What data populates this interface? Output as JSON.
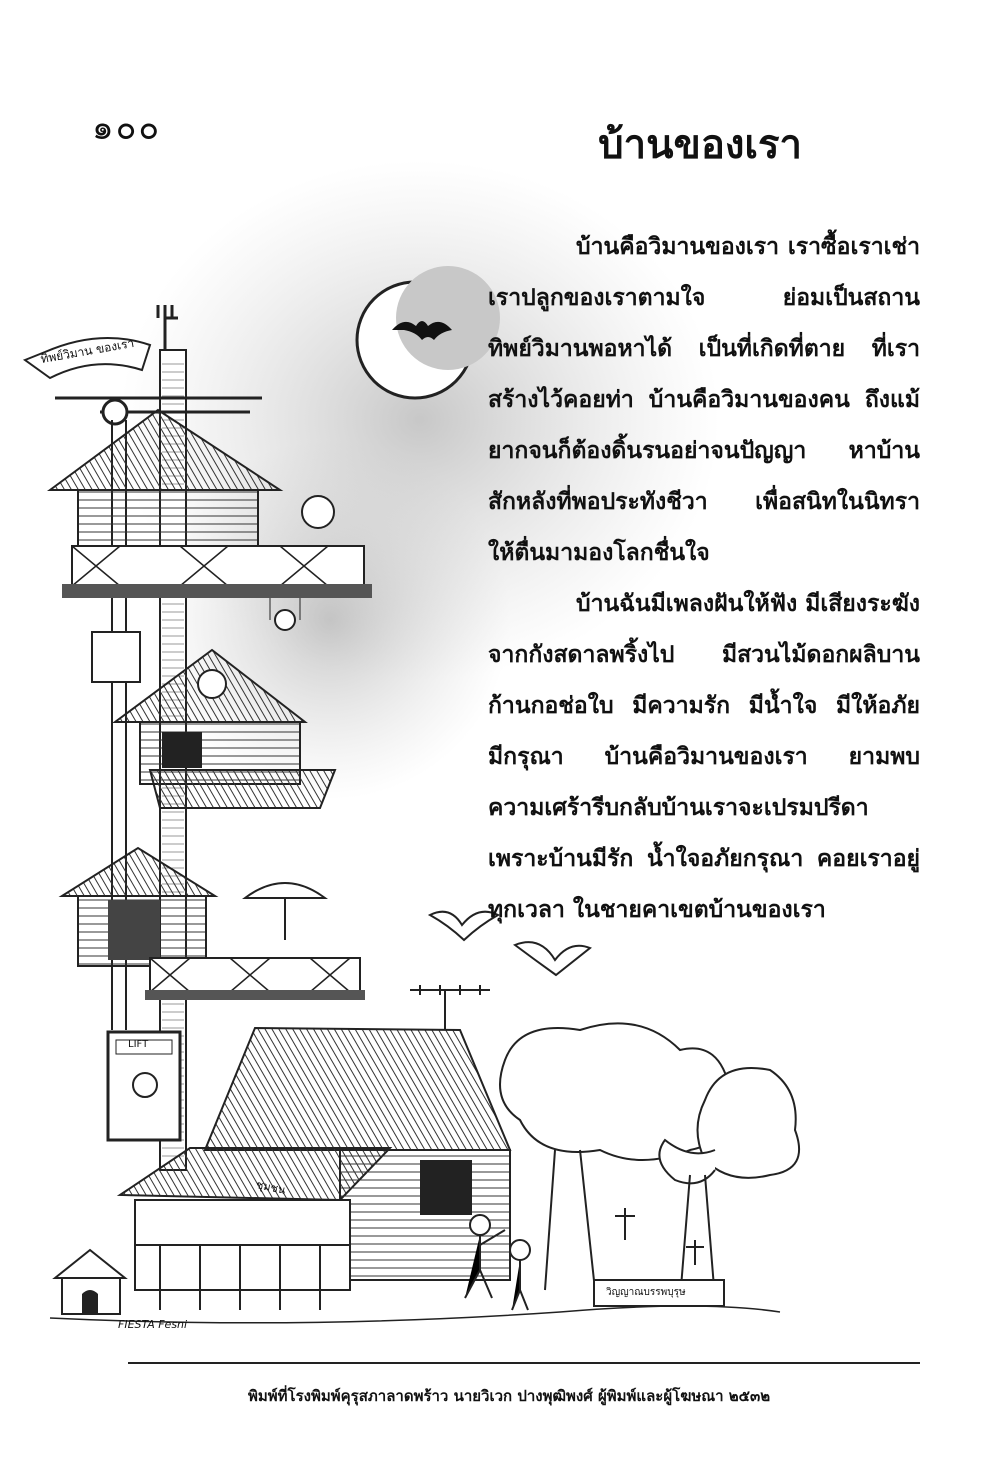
{
  "page": {
    "number": "๑๐๐",
    "title": "บ้านของเรา"
  },
  "poem": {
    "lines": [
      "บ้านคือวิมานของเรา เราซื้อเราเช่า",
      "เราปลูกของเราตามใจ ย่อมเป็นสถาน",
      "ทิพย์วิมานพอหาได้ เป็นที่เกิดที่ตาย ที่เรา",
      "สร้างไว้คอยท่า บ้านคือวิมานของคน ถึงแม้",
      "ยากจนก็ต้องดิ้นรนอย่าจนปัญญา หาบ้าน",
      "สักหลังที่พอประทังชีวา เพื่อสนิทในนิทรา",
      "ให้ตื่นมามองโลกชื่นใจ",
      "บ้านฉันมีเพลงฝันให้ฟัง มีเสียงระฆัง",
      "จากกังสดาลพริ้งไป มีสวนไม้ดอกผลิบาน",
      "ก้านกอช่อใบ มีความรัก มีน้ำใจ มีให้อภัย",
      "มีกรุณา บ้านคือวิมานของเรา ยามพบ",
      "ความเศร้ารีบกลับบ้านเราจะเปรมปรีดา",
      "เพราะบ้านมีรัก น้ำใจอภัยกรุณา คอยเราอยู่",
      "ทุกเวลา ในชายคาเขตบ้านของเรา"
    ]
  },
  "illustration": {
    "signs": {
      "top_banner": "ทิพย์วิมาน ของเรา",
      "lift_sign": "LIFT",
      "shop_sign": "ชุมชน",
      "grave_sign": "วิญญาณบรรพบุรุษ"
    },
    "signature": "FIESTA Fesni"
  },
  "footer": {
    "text": "พิมพ์ที่โรงพิมพ์คุรุสภาลาดพร้าว นายวิเวก ปางพุฒิพงศ์ ผู้พิมพ์และผู้โฆษณา ๒๕๓๒"
  }
}
